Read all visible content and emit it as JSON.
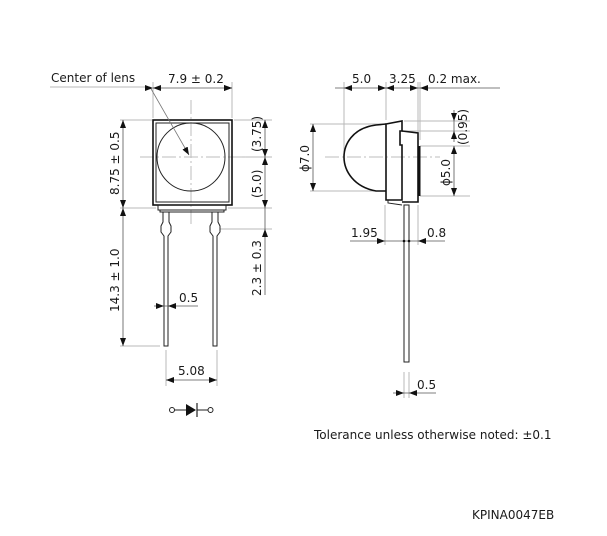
{
  "drawing_id": "KPINA0047EB",
  "tolerance_note": "Tolerance unless otherwise noted: ±0.1",
  "front_view": {
    "callout": "Center of lens",
    "width_dim": "7.9 ± 0.2",
    "height_dim": "8.75 ± 0.5",
    "upper_to_center": "(3.75)",
    "center_to_base": "(5.0)",
    "lead_length": "14.3 ± 1.0",
    "lead_shoulder": "2.3 ± 0.3",
    "lead_width": "0.5",
    "lead_pitch": "5.08"
  },
  "side_view": {
    "lens_depth": "5.0",
    "body_depth": "3.25",
    "back_max": "0.2 max.",
    "lens_diameter": "ϕ7.0",
    "offset": "(0.95)",
    "inner_diameter": "ϕ5.0",
    "lead_offset_left": "1.95",
    "lead_offset_right": "0.8",
    "lead_thickness": "0.5"
  },
  "symbol": "photodiode-symbol"
}
